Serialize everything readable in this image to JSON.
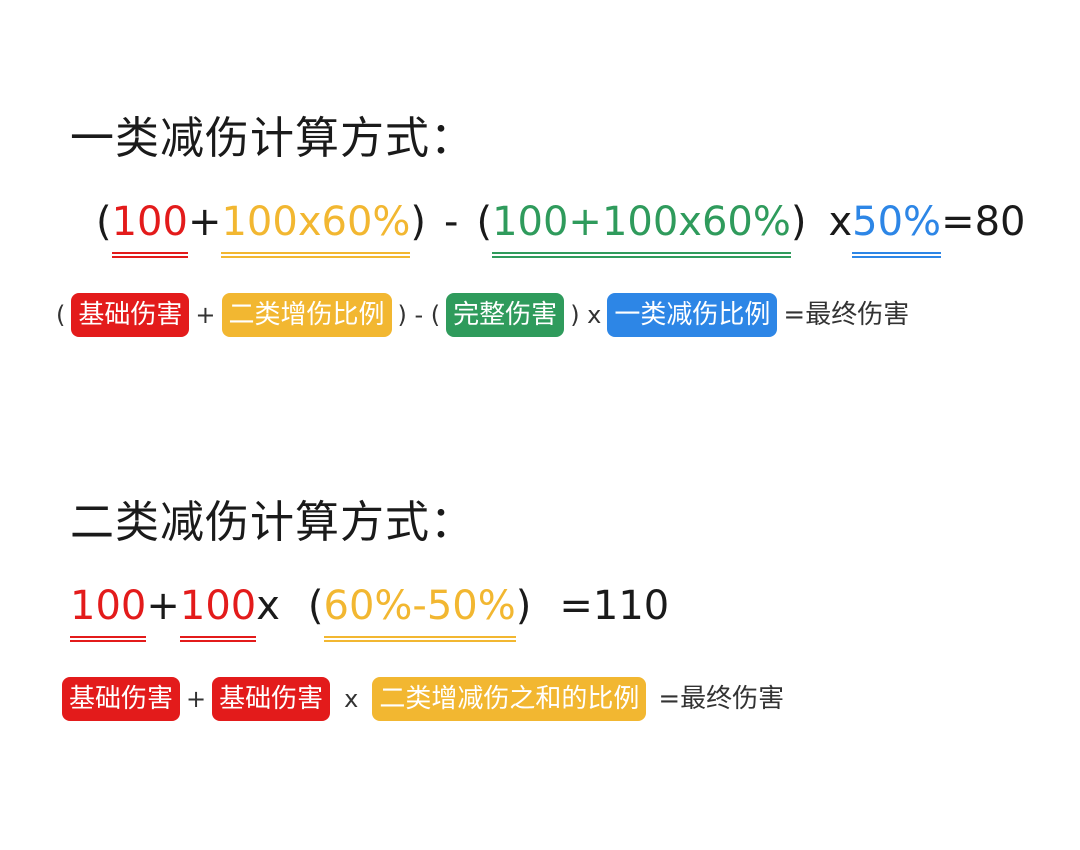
{
  "section1": {
    "title": "一类减伤计算方式：",
    "formula": {
      "open1": "(",
      "base": "100",
      "plus": "+",
      "bonus": "100x60%",
      "close1": ")",
      "minus": " - ",
      "open2": "(",
      "full": "100+100x60%",
      "close2": ")",
      "times": " x",
      "ratio": "50%",
      "result": "=80"
    },
    "legend": {
      "open1": "(",
      "base_label": "基础伤害",
      "plus": "+",
      "bonus_label": "二类增伤比例",
      "close_minus_open": ")  - (",
      "full_label": "完整伤害",
      "close_times": ")  x",
      "ratio_label": "一类减伤比例",
      "result": "=最终伤害"
    }
  },
  "section2": {
    "title": "二类减伤计算方式：",
    "formula": {
      "base": "100",
      "plus": "+",
      "base2": "100",
      "times": "x",
      "open": "(",
      "diff": "60%-50%",
      "close": ")",
      "result": "=110"
    },
    "legend": {
      "base_label": "基础伤害",
      "plus": "+",
      "base2_label": "基础伤害",
      "times": "x",
      "sum_label": "二类增减伤之和的比例",
      "result": "=最终伤害"
    }
  },
  "colors": {
    "red": "#e31b1b",
    "yellow": "#f2b731",
    "green": "#2f9b5c",
    "blue": "#2d86e6"
  }
}
